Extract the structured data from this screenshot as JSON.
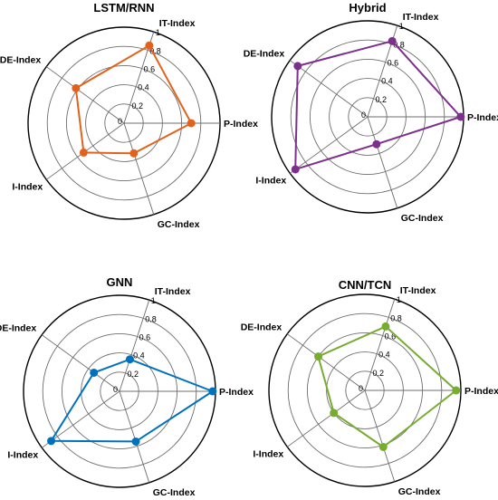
{
  "chart_data": [
    {
      "type": "radar",
      "title": "LSTM/RNN",
      "axes": [
        "P-Index",
        "IT-Index",
        "DE-Index",
        "I-Index",
        "GC-Index"
      ],
      "ticks": [
        "0",
        "0.2",
        "0.4",
        "0.6",
        "0.8",
        "1"
      ],
      "rlim": [
        0,
        1
      ],
      "grid": true,
      "color": "#E2621B",
      "values": [
        0.7,
        0.85,
        0.62,
        0.52,
        0.33
      ]
    },
    {
      "type": "radar",
      "title": "Hybrid",
      "axes": [
        "P-Index",
        "IT-Index",
        "DE-Index",
        "I-Index",
        "GC-Index"
      ],
      "ticks": [
        "0",
        "0.2",
        "0.4",
        "0.6",
        "0.8",
        "1"
      ],
      "rlim": [
        0,
        1
      ],
      "grid": true,
      "color": "#7E2F8E",
      "values": [
        0.97,
        0.83,
        0.9,
        0.93,
        0.3
      ]
    },
    {
      "type": "radar",
      "title": "GNN",
      "axes": [
        "P-Index",
        "IT-Index",
        "DE-Index",
        "I-Index",
        "GC-Index"
      ],
      "ticks": [
        "0",
        "0.2",
        "0.4",
        "0.6",
        "0.8",
        "1"
      ],
      "rlim": [
        0,
        1
      ],
      "grid": true,
      "color": "#0072BD",
      "values": [
        0.97,
        0.35,
        0.33,
        0.88,
        0.55
      ]
    },
    {
      "type": "radar",
      "title": "CNN/TCN",
      "axes": [
        "P-Index",
        "IT-Index",
        "DE-Index",
        "I-Index",
        "GC-Index"
      ],
      "ticks": [
        "0",
        "0.2",
        "0.4",
        "0.6",
        "0.8",
        "1"
      ],
      "rlim": [
        0,
        1
      ],
      "grid": true,
      "color": "#77AC30",
      "values": [
        0.95,
        0.7,
        0.6,
        0.4,
        0.62
      ]
    }
  ]
}
